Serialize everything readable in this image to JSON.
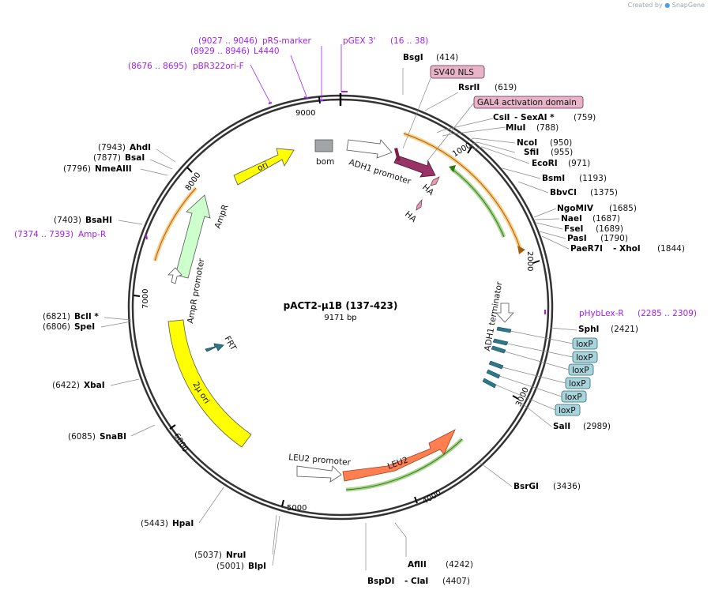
{
  "credit": {
    "prefix": "Created by",
    "brand": "SnapGene"
  },
  "plasmid": {
    "name": "pACT2-µ1B (137-423)",
    "length": "9171 bp"
  },
  "ticks": [
    "1000",
    "2000",
    "3000",
    "4000",
    "5000",
    "6000",
    "7000",
    "8000",
    "9000"
  ],
  "features": {
    "ori": "ori",
    "bom": "bom",
    "adh1_promoter": "ADH1 promoter",
    "ha1": "HA",
    "ha2": "HA",
    "ampr": "AmpR",
    "ampr_promoter": "AmpR promoter",
    "frt": "FRT",
    "two_mu": "2µ ori",
    "leu2_promoter": "LEU2 promoter",
    "leu2": "LEU2",
    "adh1_terminator": "ADH1 terminator",
    "sv40_nls": "SV40 NLS",
    "gal4": "GAL4 activation domain",
    "loxp": "loxP"
  },
  "primers": [
    {
      "name": "pRS-marker",
      "range": "(9027 .. 9046)"
    },
    {
      "name": "L4440",
      "range": "(8929 .. 8946)"
    },
    {
      "name": "pBR322ori-F",
      "range": "(8676 .. 8695)"
    },
    {
      "name": "pGEX 3'",
      "range": "(16 .. 38)"
    },
    {
      "name": "Amp-R",
      "range": "(7374 .. 7393)"
    },
    {
      "name": "pHybLex-R",
      "range": "(2285 .. 2309)"
    }
  ],
  "sites_right": [
    {
      "name": "BsgI",
      "pos": "(414)"
    },
    {
      "name": "RsrII",
      "pos": "(619)"
    },
    {
      "name": "CsiI",
      "sep": "- SexAI *",
      "pos": "(759)"
    },
    {
      "name": "MluI",
      "pos": "(788)"
    },
    {
      "name": "NcoI",
      "pos": "(950)"
    },
    {
      "name": "SfiI",
      "pos": "(955)"
    },
    {
      "name": "EcoRI",
      "pos": "(971)"
    },
    {
      "name": "BsmI",
      "pos": "(1193)"
    },
    {
      "name": "BbvCI",
      "pos": "(1375)"
    },
    {
      "name": "NgoMIV",
      "pos": "(1685)"
    },
    {
      "name": "NaeI",
      "pos": "(1687)"
    },
    {
      "name": "FseI",
      "pos": "(1689)"
    },
    {
      "name": "PasI",
      "pos": "(1790)"
    },
    {
      "name": "PaeR7I",
      "sep": "- XhoI",
      "pos": "(1844)"
    },
    {
      "name": "SphI",
      "pos": "(2421)"
    },
    {
      "name": "SalI",
      "pos": "(2989)"
    },
    {
      "name": "BsrGI",
      "pos": "(3436)"
    },
    {
      "name": "AflII",
      "pos": "(4242)"
    },
    {
      "name": "BspDI",
      "sep": "- ClaI",
      "pos": "(4407)"
    }
  ],
  "sites_left": [
    {
      "name": "AhdI",
      "pos": "(7943)"
    },
    {
      "name": "BsaI",
      "pos": "(7877)"
    },
    {
      "name": "NmeAIII",
      "pos": "(7796)"
    },
    {
      "name": "BsaHI",
      "pos": "(7403)"
    },
    {
      "name": "BclI *",
      "pos": "(6821)"
    },
    {
      "name": "SpeI",
      "pos": "(6806)"
    },
    {
      "name": "XbaI",
      "pos": "(6422)"
    },
    {
      "name": "SnaBI",
      "pos": "(6085)"
    },
    {
      "name": "HpaI",
      "pos": "(5443)"
    },
    {
      "name": "NruI",
      "pos": "(5037)"
    },
    {
      "name": "BlpI",
      "pos": "(5001)"
    }
  ],
  "colors": {
    "backbone": "#333333",
    "ori": "#ffff00",
    "ampr": "#ccffcc",
    "adh1": "#ffffff",
    "ha": "#d8a0b0",
    "sv40": "#993366",
    "leu2": "#ff7f50",
    "orange_arc": "#f5a623",
    "green_arc": "#55aa22",
    "loxp": "#aad4dc",
    "primer": "#a020f0",
    "feature_label": "#e8b4c8"
  }
}
